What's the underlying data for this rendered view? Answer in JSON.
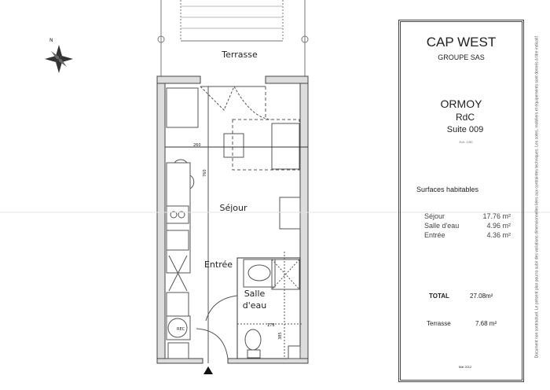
{
  "plan": {
    "rooms": {
      "terrace": "Terrasse",
      "living": "Séjour",
      "entrance": "Entrée",
      "bathroom_line1": "Salle",
      "bathroom_line2": "d'eau"
    },
    "dimensions": {
      "living_width": "260",
      "living_depth": "760",
      "bath_width": "178",
      "bath_depth": "385"
    },
    "appliance_label": "REC"
  },
  "panel": {
    "company": "CAP WEST",
    "company_sub": "GROUPE SAS",
    "project": "ORMOY",
    "level": "RdC",
    "unit": "Suite 009",
    "scale_note": "Ech. 1/50",
    "surfaces_title": "Surfaces habitables",
    "surfaces": [
      {
        "room": "Séjour",
        "area": "17.76 m²"
      },
      {
        "room": "Salle d'eau",
        "area": "4.96 m²"
      },
      {
        "room": "Entrée",
        "area": "4.36 m²"
      }
    ],
    "total_label": "TOTAL",
    "total_value": "27.08m²",
    "terrace_label": "Terrasse",
    "terrace_value": "7.68 m²",
    "date": "Mai 2012"
  },
  "side_note": "Document non contractuel. Le présent plan pourra subir des variations dimensionnelles liées aux contraintes techniques. Les cotes, mobiliers et équipements sont donnés à titre indicatif."
}
